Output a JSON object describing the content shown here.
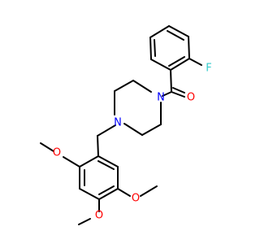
{
  "molecule": {
    "atoms": {
      "fluorine": "F",
      "carbonyl_oxygen": "O",
      "piperazine_n1": "N",
      "piperazine_n4": "N",
      "methoxy_o2": "O",
      "methoxy_o4": "O",
      "methoxy_o5": "O"
    },
    "colors": {
      "carbon_bond": "#000000",
      "oxygen": "#ff0000",
      "nitrogen": "#0000ff",
      "fluorine": "#33cccc"
    }
  }
}
